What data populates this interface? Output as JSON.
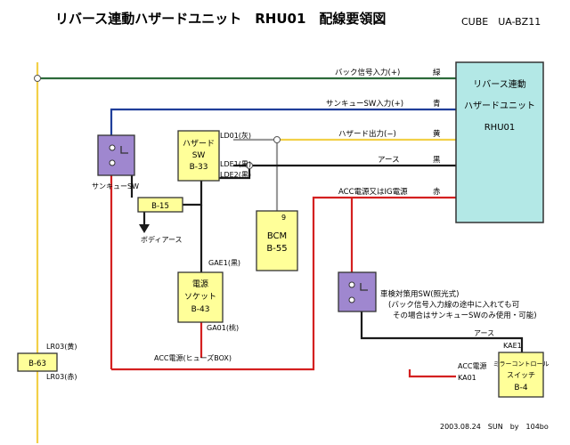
{
  "header": {
    "title": "リバース連動ハザードユニット　RHU01　配線要領図",
    "model": "CUBE　UA-BZ11"
  },
  "colors": {
    "background": "#ffffff",
    "box_fill": "#ffff99",
    "unit_fill": "#b3e8e6",
    "switch_fill": "#9f87cf",
    "wire_black": "#1a1a1a",
    "wire_green": "#2c6a3a",
    "wire_blue": "#1f3e9a",
    "wire_yellow": "#f2d048",
    "wire_red": "#d42020",
    "wire_gray": "#9a9a9a"
  },
  "unit": {
    "line1": "リバース連動",
    "line2": "ハザードユニット",
    "line3": "RHU01"
  },
  "wires": {
    "back": {
      "label": "バック信号入力(+)",
      "color": "緑"
    },
    "sankyu": {
      "label": "サンキューSW入力(+)",
      "color": "青"
    },
    "hazard_out": {
      "label": "ハザード出力(−)",
      "color": "黄"
    },
    "earth": {
      "label": "アース",
      "color": "黒"
    },
    "acc": {
      "label": "ACC電源又はIG電源",
      "color": "赤"
    }
  },
  "hazard_sw": {
    "line1": "ハザード",
    "line2": "SW",
    "line3": "B-33"
  },
  "hazard_sw_pins": {
    "ld01": "LD01(灰)",
    "lde1": "LDE1(黒)",
    "lde2": "LDE2(黒)"
  },
  "bcm": {
    "line1": "BCM",
    "line2": "B-55",
    "pin": "9"
  },
  "sankyu_sw": {
    "label": "サンキューSW"
  },
  "b15": {
    "label": "B-15",
    "body_earth": "ボディアース"
  },
  "socket": {
    "line1": "電源",
    "line2": "ソケット",
    "line3": "B-43",
    "gae1": "GAE1(黒)",
    "ga01": "GA01(桃)",
    "acc_fuse": "ACC電源(ヒューズBOX)"
  },
  "b63": {
    "label": "B-63",
    "lr_yellow": "LR03(黄)",
    "lr_red": "LR03(赤)"
  },
  "inspection_sw": {
    "title": "車検対策用SW(照光式)",
    "note1": "(バック信号入力線の途中に入れても可",
    "note2": "その場合はサンキューSWのみ使用・可能)"
  },
  "mirror": {
    "line1": "ミラーコントロール",
    "line2": "スイッチ",
    "line3": "B-4",
    "earth": "アース",
    "kae1": "KAE1",
    "acc": "ACC電源",
    "ka01": "KA01"
  },
  "footer": {
    "credit": "2003.08.24　SUN　by　104bo"
  }
}
